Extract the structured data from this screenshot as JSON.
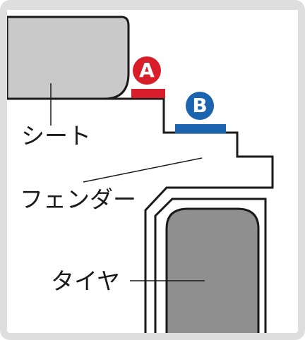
{
  "labels": {
    "seat": "シート",
    "fender": "フェンダー",
    "tire": "タイヤ"
  },
  "markers": {
    "a": "A",
    "b": "B"
  },
  "colors": {
    "marker_a": "#d81e2a",
    "marker_b": "#1b64b0",
    "seat_fill": "#c9c9c9",
    "tire_fill": "#8f8f8f",
    "outline": "#1a1a1a"
  }
}
